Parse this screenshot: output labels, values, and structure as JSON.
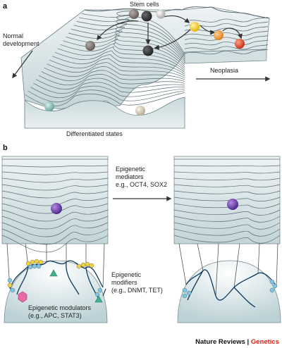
{
  "figure": {
    "panel_a": {
      "label": "a",
      "stem_cells": "Stem cells",
      "normal_development_line1": "Normal",
      "normal_development_line2": "development",
      "neoplasia": "Neoplasia",
      "differentiated_states": "Differentiated states",
      "colors": {
        "surface": "#dde7e8",
        "surface_shadow": "#b9cdd0",
        "ball_dark": "#2d2d2d",
        "ball_grey": "#7a7570",
        "ball_light": "#d8d4d0",
        "ball_yellow": "#f5d22a",
        "ball_orange": "#f0962a",
        "ball_red": "#e4412a",
        "ball_teal": "#8fc4bd",
        "ball_beige": "#d9cdb8"
      }
    },
    "panel_b": {
      "label": "b",
      "mediators_line1": "Epigenetic",
      "mediators_line2": "mediators",
      "mediators_line3": "e.g., OCT4, SOX2",
      "modifiers_line1": "Epigenetic",
      "modifiers_line2": "modifiers",
      "modifiers_line3": "(e.g., DNMT, TET)",
      "modulators_line1": "Epigenetic modulators",
      "modulators_line2": "(e.g., APC, STAT3)",
      "colors": {
        "ball_purple": "#6b3fa0",
        "thread": "#0d3a5c",
        "mark_yellow": "#f2d33a",
        "mark_blue": "#7cc7e6",
        "modulator_pink": "#e86aa6",
        "modifier_green": "#3fb38e"
      }
    },
    "credit": {
      "journal": "Nature Reviews",
      "separator": " | ",
      "section": "Genetics"
    }
  }
}
